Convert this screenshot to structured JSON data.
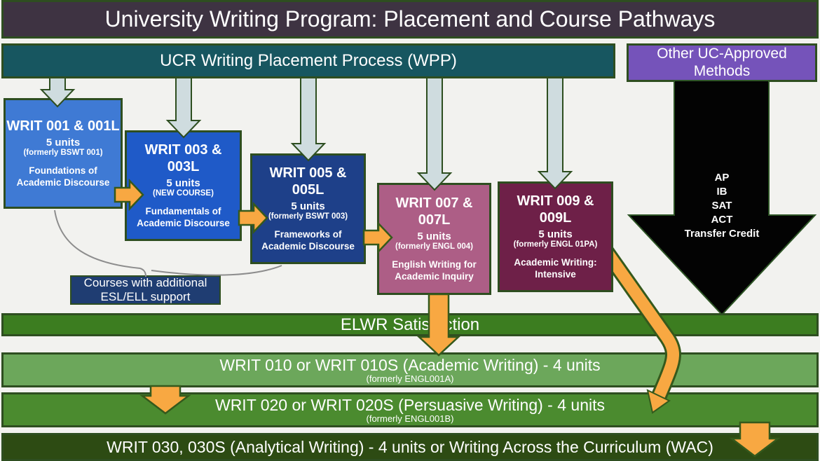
{
  "title": "University Writing Program: Placement and Course Pathways",
  "wpp_banner": "UCR Writing Placement Process (WPP)",
  "other_methods_label": "Other UC-Approved Methods",
  "courses": [
    {
      "title": "WRIT 001 & 001L",
      "units": "5 units",
      "note": "(formerly BSWT 001)",
      "desc": "Foundations of Academic Discourse",
      "color": "#3f7ad4"
    },
    {
      "title": "WRIT 003 & 003L",
      "units": "5 units",
      "note": "(NEW COURSE)",
      "desc": "Fundamentals of Academic Discourse",
      "color": "#1f5ac8"
    },
    {
      "title": "WRIT 005 & 005L",
      "units": "5 units",
      "note": "(formerly BSWT 003)",
      "desc": "Frameworks of Academic Discourse",
      "color": "#1e4089"
    },
    {
      "title": "WRIT 007 & 007L",
      "units": "5 units",
      "note": "(formerly ENGL 004)",
      "desc": "English Writing for Academic Inquiry",
      "color": "#ad5e86"
    },
    {
      "title": "WRIT 009 & 009L",
      "units": "5 units",
      "note": "(formerly ENGL 01PA)",
      "desc": "Academic Writing: Intensive",
      "color": "#6e2048"
    }
  ],
  "esl_label": "Courses with additional ESL/ELL support",
  "transfer": [
    "AP",
    "IB",
    "SAT",
    "ACT",
    "Transfer Credit"
  ],
  "elwr_banner": "ELWR Satisfaction",
  "pathways": [
    {
      "line1": "WRIT 010 or WRIT 010S (Academic Writing) -  4 units",
      "line2": "(formerly ENGL001A)",
      "color": "#6ca75b"
    },
    {
      "line1": "WRIT 020 or WRIT 020S (Persuasive Writing) - 4 units",
      "line2": "(formerly ENGL001B)",
      "color": "#4b8b2f"
    },
    {
      "line1": "WRIT 030, 030S (Analytical Writing) - 4 units or Writing Across the Curriculum (WAC)",
      "line2": "",
      "color": "#2d4b13"
    }
  ],
  "colors": {
    "background": "#f2f2ef",
    "title_bg": "#3e3342",
    "wpp_bg": "#175660",
    "purple_bg": "#7553ba",
    "esl_bg": "#1f3d72",
    "elwr_bg": "#3c7d20",
    "border_green": "#2e4e20",
    "orange_arrow": "#f8a842",
    "grey_arrow": "#cfdcdf",
    "black_arrow": "#030303",
    "brace_grey": "#8d8d8d"
  }
}
